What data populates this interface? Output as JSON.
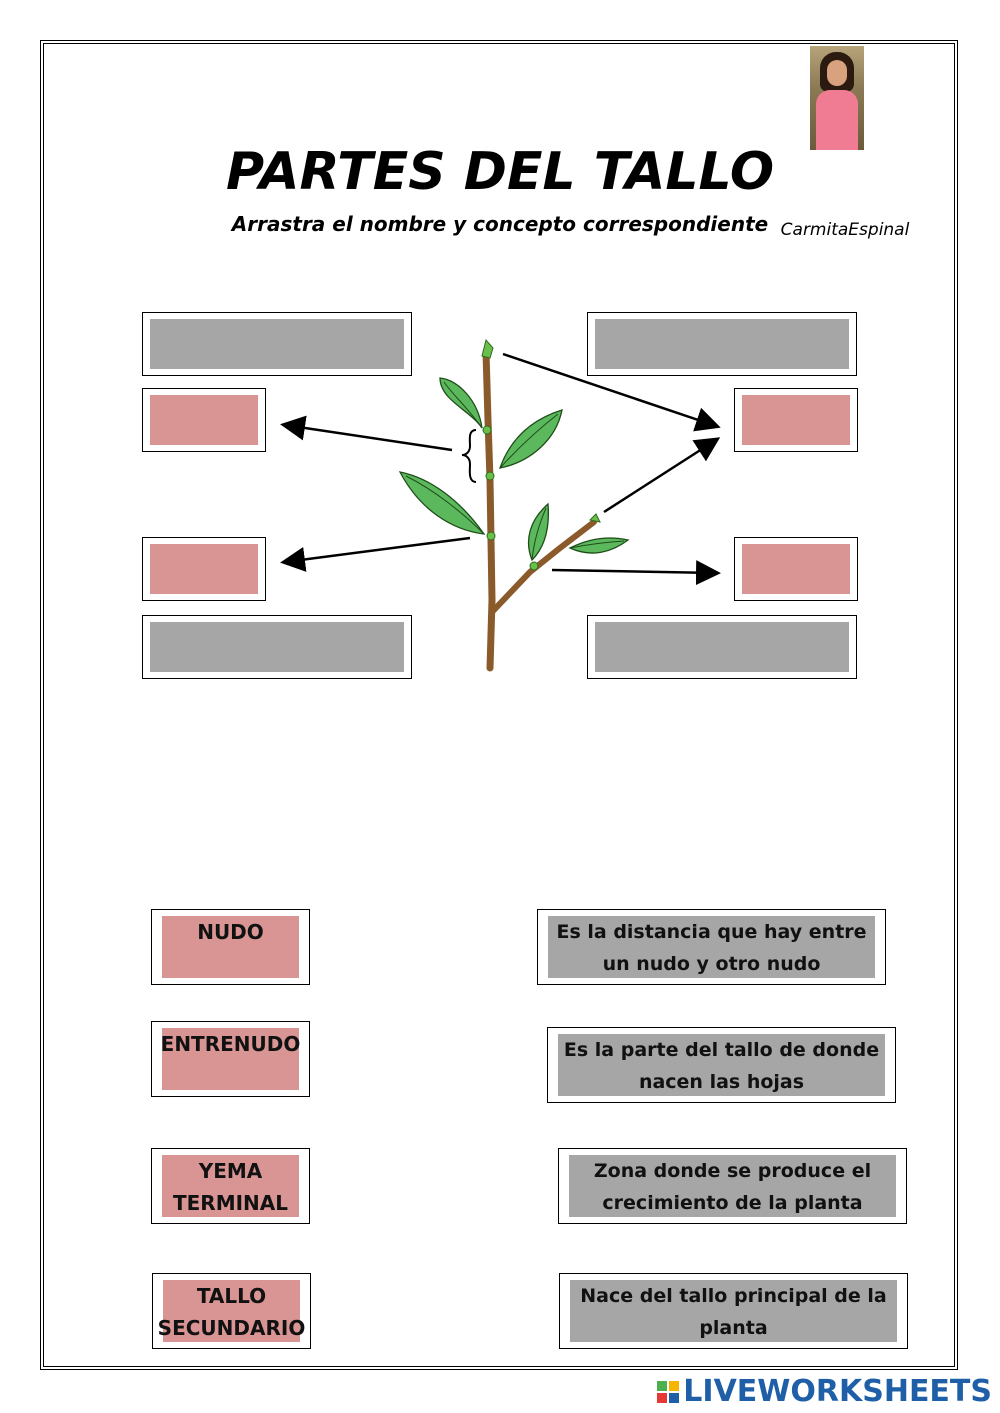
{
  "title": "PARTES DEL TALLO",
  "subtitle": "Arrastra el nombre y concepto correspondiente",
  "author": "CarmitaEspinal",
  "words": [
    {
      "label": "NUDO"
    },
    {
      "label": "ENTRENUDO"
    },
    {
      "label": "YEMA TERMINAL"
    },
    {
      "label": "TALLO SECUNDARIO"
    }
  ],
  "concepts": [
    {
      "text": "Es la distancia que hay entre un nudo y otro nudo"
    },
    {
      "text": "Es la parte del tallo de donde nacen las hojas"
    },
    {
      "text": "Zona donde se produce el crecimiento de la planta"
    },
    {
      "text": "Nace del tallo principal de la planta"
    }
  ],
  "brand": "LIVEWORKSHEETS",
  "colors": {
    "pink": "#d99594",
    "gray": "#a6a6a6",
    "leaf": "#4caf50",
    "stem": "#8b5a2b",
    "brand": "#1f5fa8"
  },
  "icons": {
    "photo": "author-photo",
    "plant": "stem-plant-illustration",
    "brand_logo": "liveworksheets-logo-icon"
  }
}
